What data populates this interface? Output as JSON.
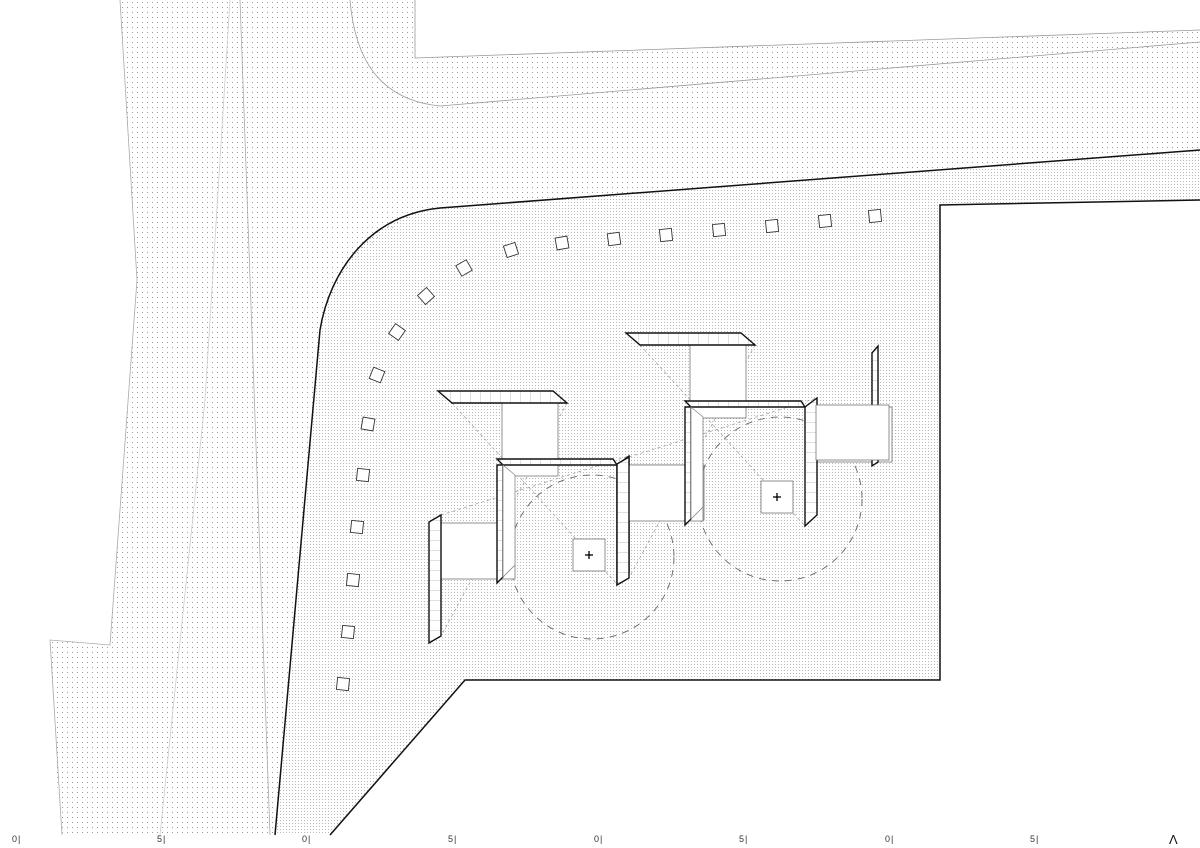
{
  "drawing": {
    "type": "site plan",
    "scale_bar_labels": [
      "0|",
      "5|",
      "0|",
      "5|",
      "0|",
      "5|",
      "0|",
      "5|"
    ],
    "north_arrow": "Λ"
  }
}
